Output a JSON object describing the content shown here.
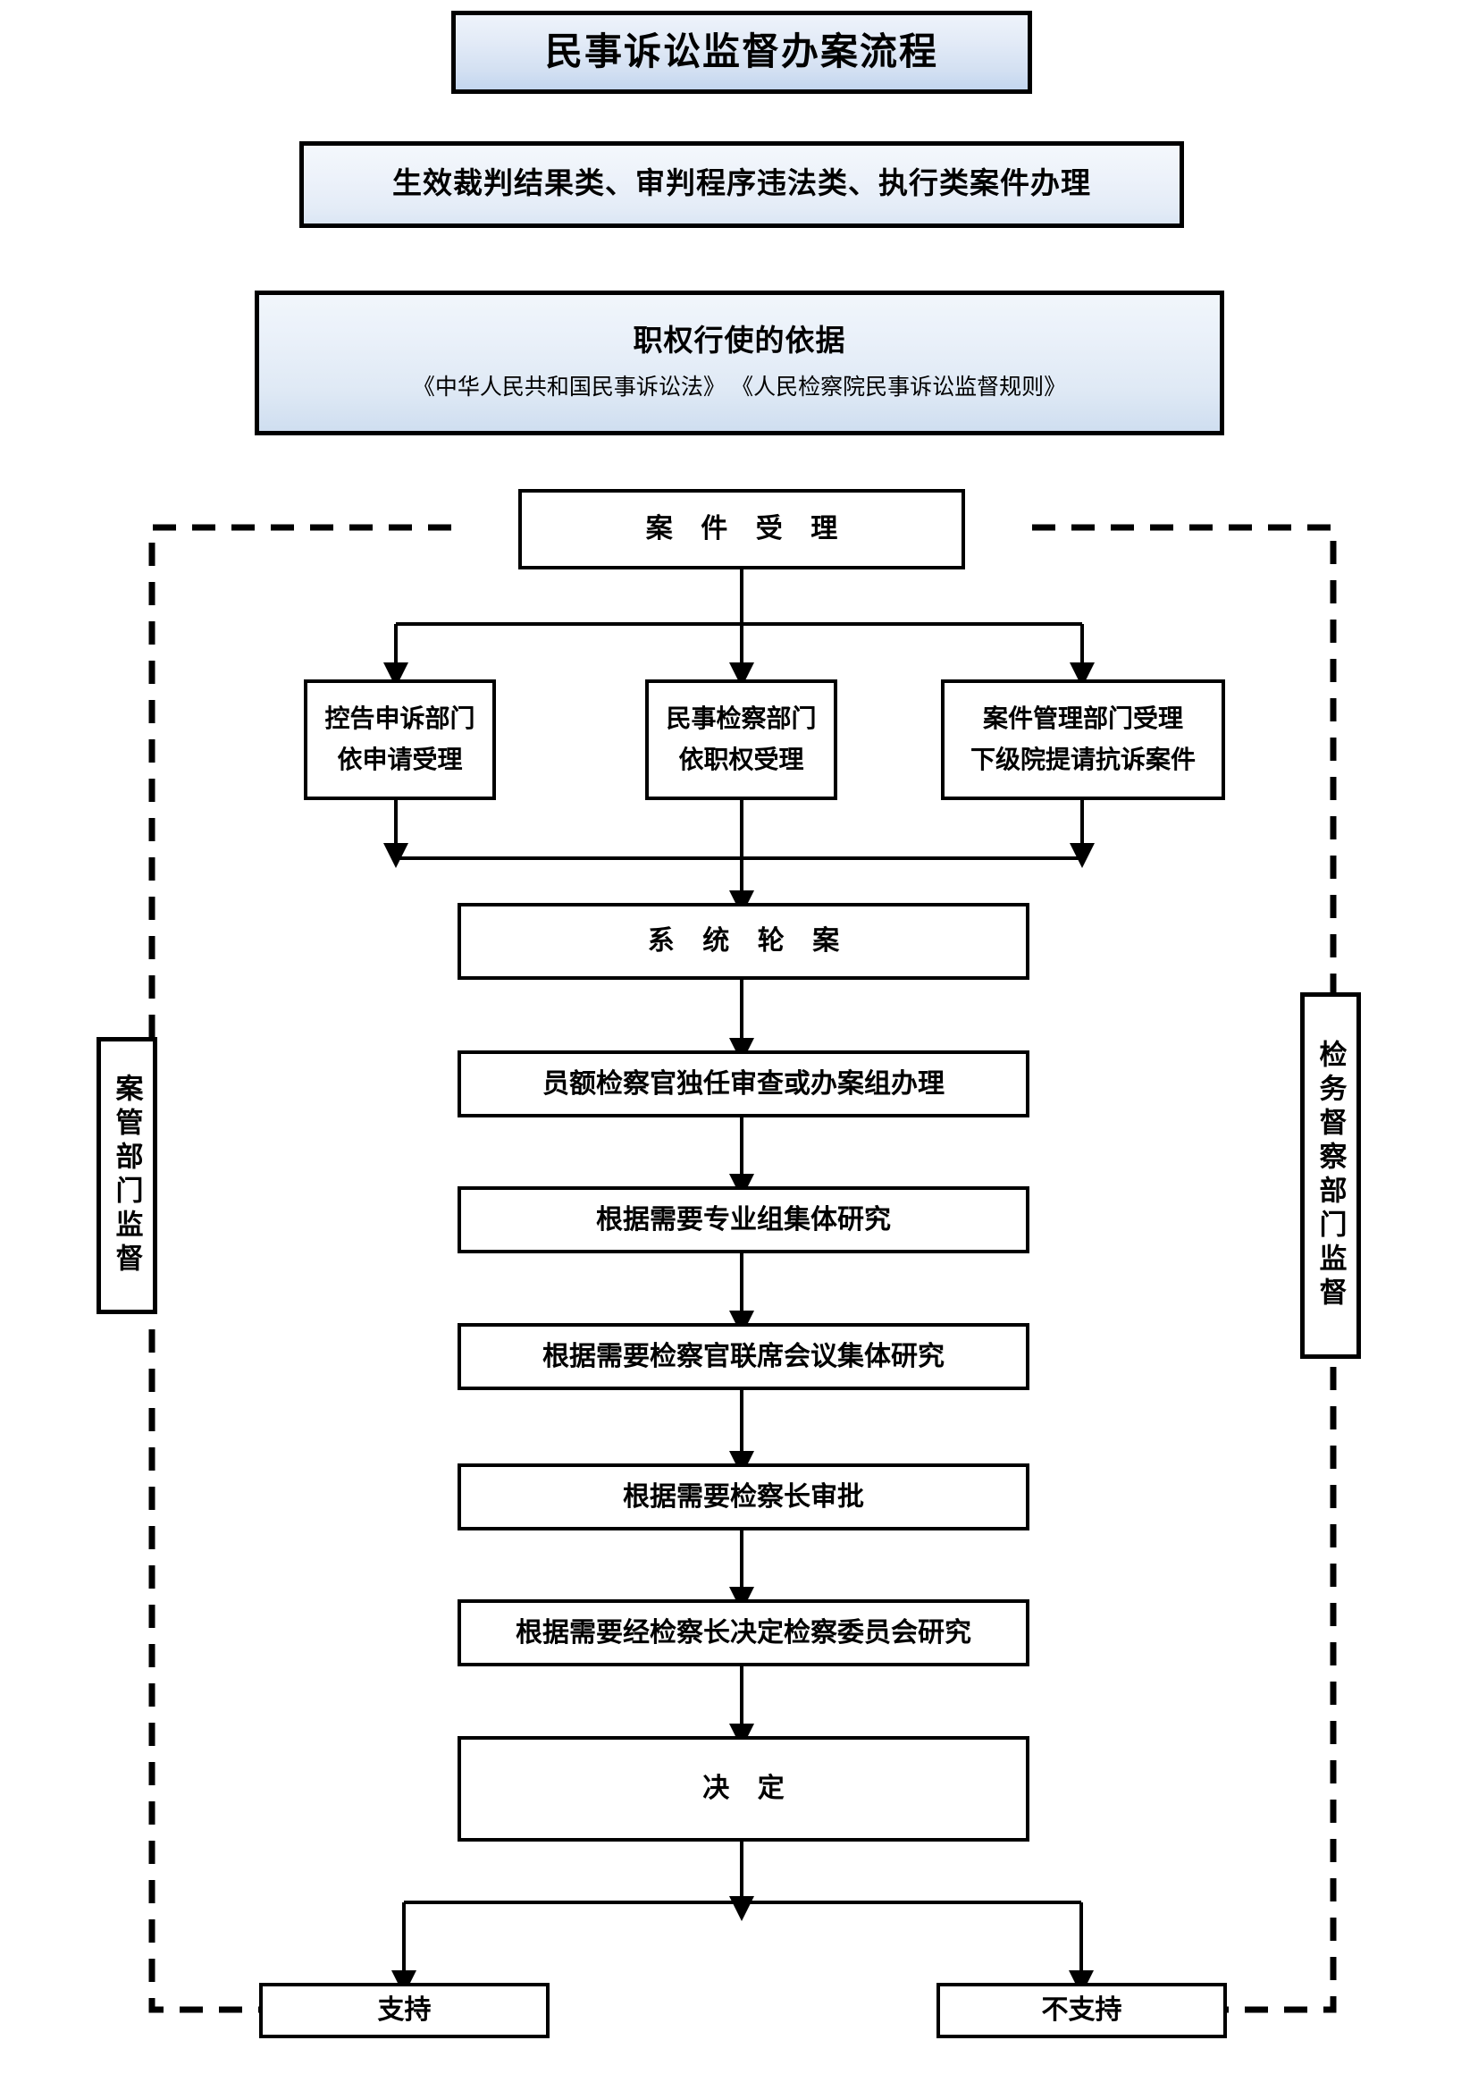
{
  "header": {
    "title": "民事诉讼监督办案流程",
    "scope": "生效裁判结果类、审判程序违法类、执行类案件办理",
    "basis_title": "职权行使的依据",
    "basis_sub": "《中华人民共和国民事诉讼法》 《人民检察院民事诉讼监督规则》"
  },
  "flow": {
    "intake": "案 件 受 理",
    "branches": [
      {
        "line1": "控告申诉部门",
        "line2": "依申请受理"
      },
      {
        "line1": "民事检察部门",
        "line2": "依职权受理"
      },
      {
        "line1": "案件管理部门受理",
        "line2": "下级院提请抗诉案件"
      }
    ],
    "steps": [
      "系 统 轮 案",
      "员额检察官独任审查或办案组办理",
      "根据需要专业组集体研究",
      "根据需要检察官联席会议集体研究",
      "根据需要检察长审批",
      "根据需要经检察长决定检察委员会研究",
      "决 定"
    ],
    "outcomes": [
      "支持",
      "不支持"
    ]
  },
  "oversight": {
    "left": "案管部门监督",
    "right": "检务督察部门监督"
  },
  "colors": {
    "line": "#000000",
    "box_fill": "#ffffff",
    "gradient_top": "#eef3fb",
    "gradient_bottom": "#c3d6ef"
  }
}
